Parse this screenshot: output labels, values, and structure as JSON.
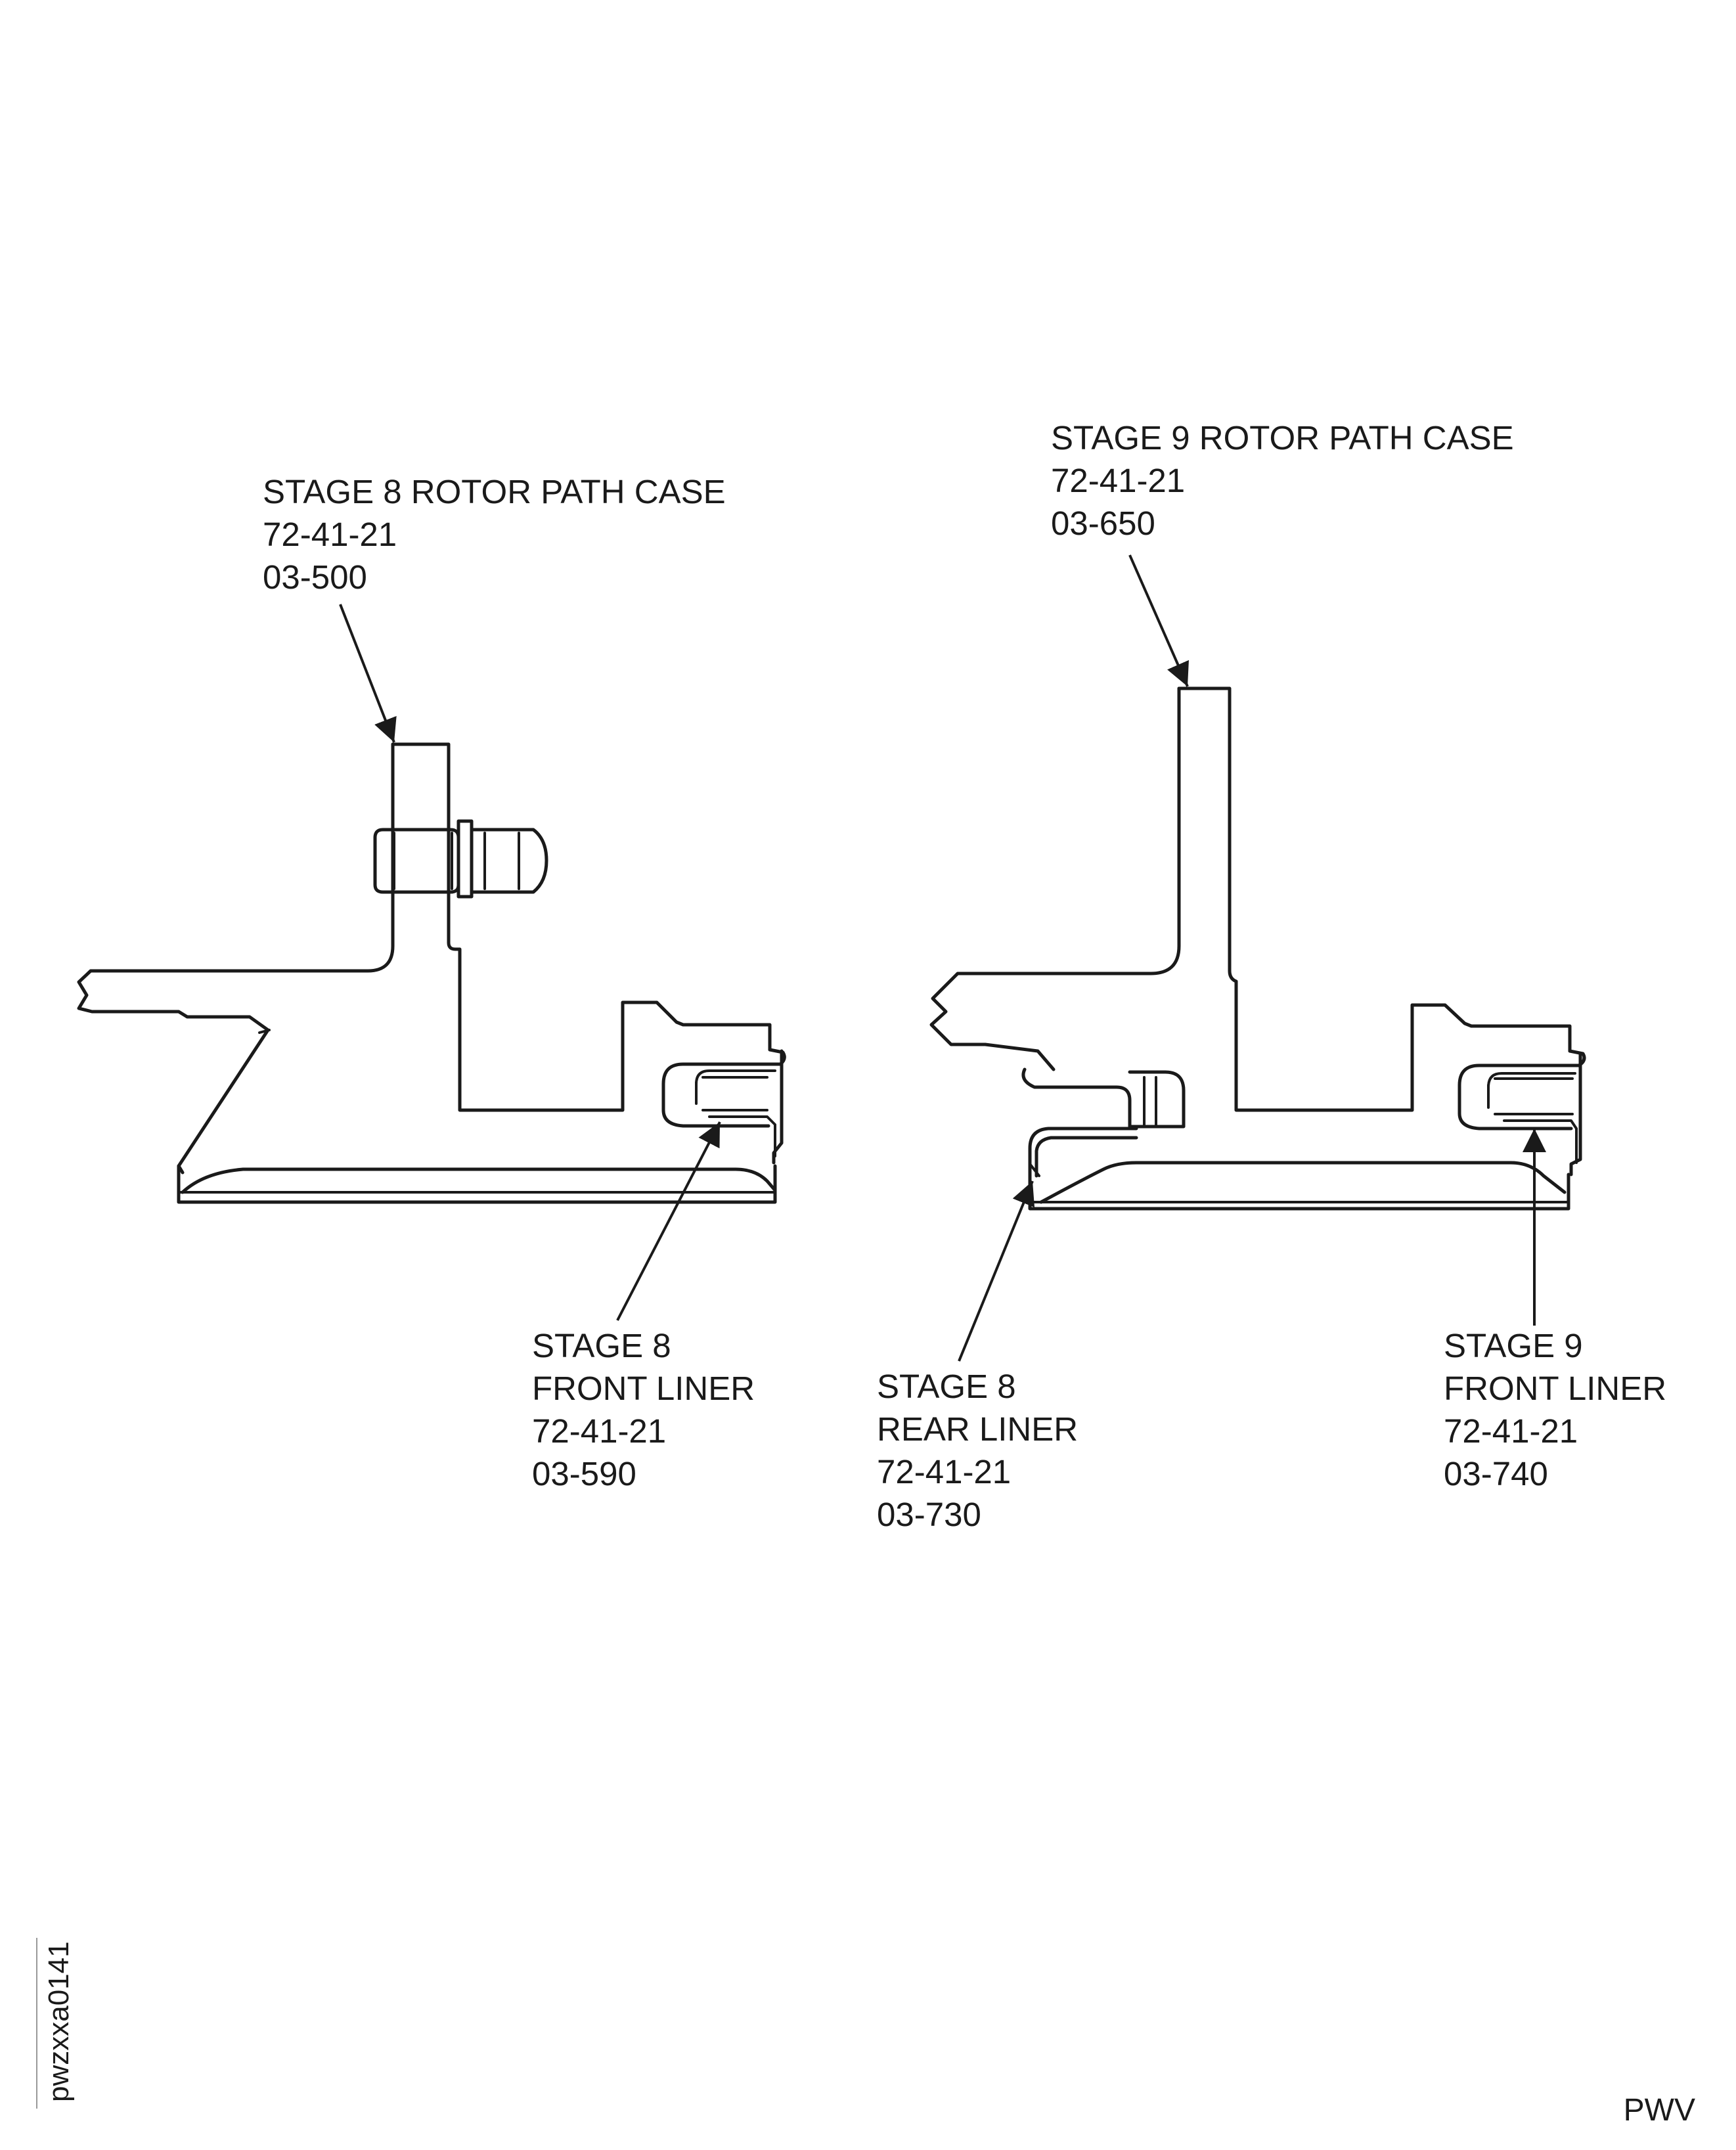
{
  "callouts": [
    {
      "id": "s8-case",
      "lines": [
        "STAGE 8 ROTOR PATH CASE",
        "72-41-21",
        "03-500"
      ]
    },
    {
      "id": "s9-case",
      "lines": [
        "STAGE 9 ROTOR PATH CASE",
        "72-41-21",
        "03-650"
      ]
    },
    {
      "id": "s8-front",
      "lines": [
        "STAGE 8",
        "FRONT LINER",
        "72-41-21",
        "03-590"
      ]
    },
    {
      "id": "s8-rear",
      "lines": [
        "STAGE 8",
        "REAR LINER",
        "72-41-21",
        "03-730"
      ]
    },
    {
      "id": "s9-front",
      "lines": [
        "STAGE 9",
        "FRONT LINER",
        "72-41-21",
        "03-740"
      ]
    }
  ],
  "figure_code": "pwzxxa0141",
  "corner_code": "PWV"
}
